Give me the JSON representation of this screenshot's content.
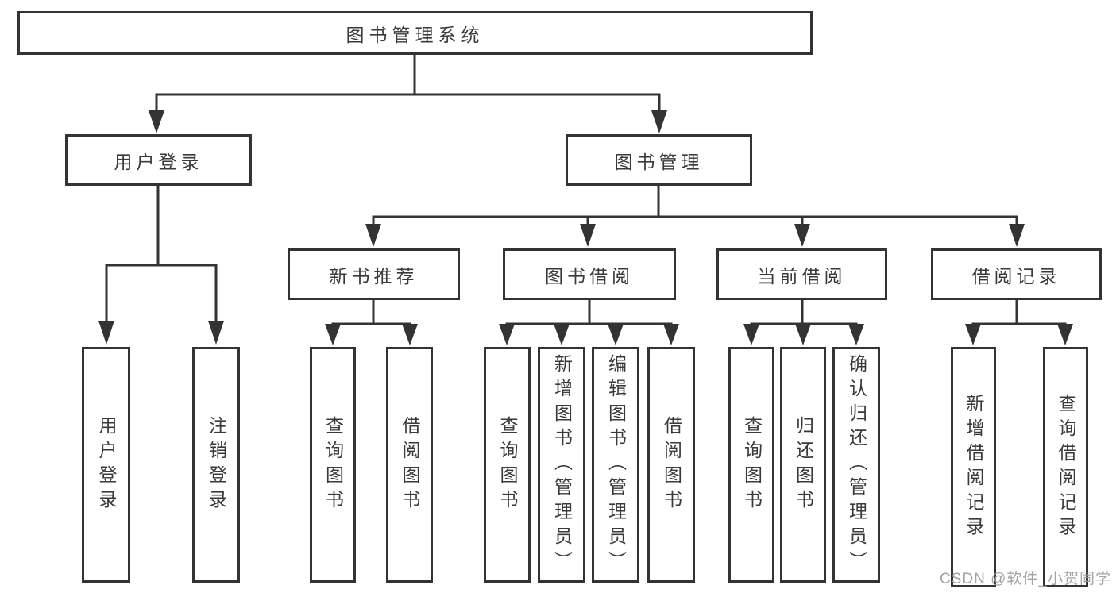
{
  "diagram": {
    "root": {
      "label": "图书管理系统"
    },
    "branches": [
      {
        "label": "用户登录",
        "children": [
          {
            "label": "用户登录"
          },
          {
            "label": "注销登录"
          }
        ]
      },
      {
        "label": "图书管理",
        "children": [
          {
            "label": "新书推荐",
            "children": [
              {
                "label": "查询图书"
              },
              {
                "label": "借阅图书"
              }
            ]
          },
          {
            "label": "图书借阅",
            "children": [
              {
                "label": "查询图书"
              },
              {
                "label": "新增图书（管理员）"
              },
              {
                "label": "编辑图书（管理员）"
              },
              {
                "label": "借阅图书"
              }
            ]
          },
          {
            "label": "当前借阅",
            "children": [
              {
                "label": "查询图书"
              },
              {
                "label": "归还图书"
              },
              {
                "label": "确认归还（管理员）"
              }
            ]
          },
          {
            "label": "借阅记录",
            "children": [
              {
                "label": "新增借阅记录"
              },
              {
                "label": "查询借阅记录"
              }
            ]
          }
        ]
      }
    ]
  },
  "watermark": {
    "text": "CSDN @软件_小贺同学"
  },
  "colors": {
    "line": "#333333",
    "text": "#3a3a3a",
    "watermark": "#9c9c9c",
    "background": "#ffffff"
  }
}
